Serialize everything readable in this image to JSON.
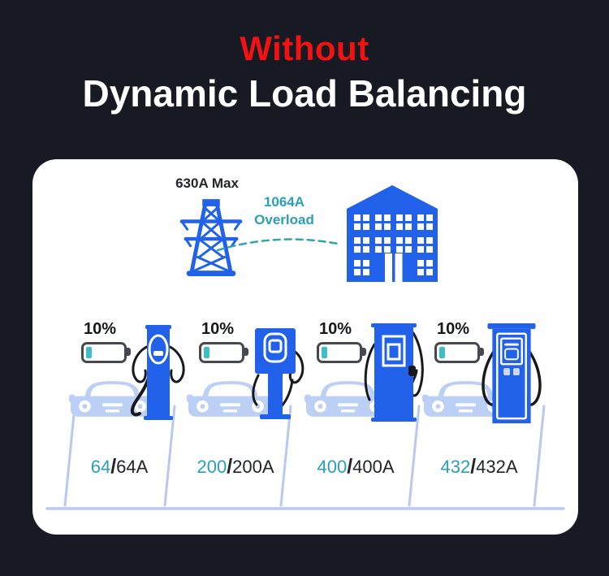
{
  "header": {
    "title_accent": "Without",
    "title_main": "Dynamic Load Balancing"
  },
  "supply": {
    "grid_label": "630A Max",
    "overload_value": "1064A",
    "overload_word": "Overload"
  },
  "stations": [
    {
      "battery_percent": "10%",
      "load_current": "64",
      "slash": "/",
      "load_capacity": "64A"
    },
    {
      "battery_percent": "10%",
      "load_current": "200",
      "slash": "/",
      "load_capacity": "200A"
    },
    {
      "battery_percent": "10%",
      "load_current": "400",
      "slash": "/",
      "load_capacity": "400A"
    },
    {
      "battery_percent": "10%",
      "load_current": "432",
      "slash": "/",
      "load_capacity": "432A"
    }
  ],
  "icons": {
    "tower": "transmission-tower-icon",
    "building": "building-icon",
    "battery": "battery-icon",
    "car": "car-icon",
    "charger": "ev-charger-icon",
    "arc": "overload-arc-icon"
  },
  "colors": {
    "background": "#181a23",
    "accent_red": "#f21212",
    "title_white": "#ffffff",
    "card": "#ffffff",
    "primary_blue": "#2261ea",
    "light_blue_car": "#bccff5",
    "parking_line": "#b7c9f0",
    "teal_text": "#2b9dbd",
    "arc_teal": "#2fa6ad",
    "battery_fill": "#3bbfca",
    "battery_border": "#45494f",
    "dark_text": "#22262c"
  }
}
